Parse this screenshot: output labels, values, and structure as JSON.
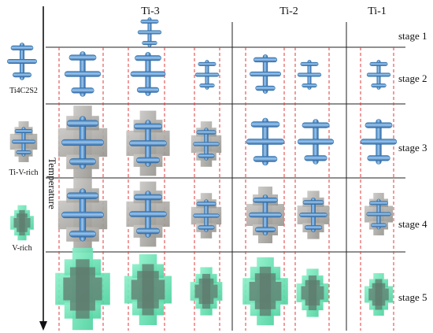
{
  "columns": {
    "ti3": "Ti-3",
    "ti2": "Ti-2",
    "ti1": "Ti-1"
  },
  "stages": [
    "stage 1",
    "stage 2",
    "stage 3",
    "stage 4",
    "stage 5"
  ],
  "legend": {
    "blue": "Ti4C2S2",
    "gray": "Ti-V-rich",
    "green": "V-rich"
  },
  "axis_label": "Temperature",
  "colors": {
    "blue": "#5b9bd5",
    "blue_dark": "#2e6da4",
    "gray": "#a8a6a3",
    "green": "#66e0b0",
    "green_dark": "#2fb884",
    "dash": "#e23a3a",
    "grid": "#222222"
  }
}
